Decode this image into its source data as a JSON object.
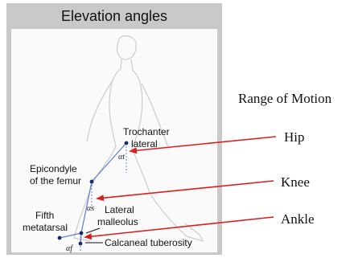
{
  "panel": {
    "title": "Elevation angles",
    "colors": {
      "frame": "#c9c9c9",
      "panel_bg": "#fafafa",
      "silhouette": "#cfcfcf",
      "segment": "#5b7fd6",
      "point": "#1c2a6b",
      "arrow": "#d82020"
    }
  },
  "landmarks": {
    "trochanter": [
      "Trochanter",
      "lateral"
    ],
    "epicondyle": [
      "Epicondyle",
      "of the femur"
    ],
    "malleolus": [
      "Lateral",
      "malleolus"
    ],
    "metatarsal": [
      "Fifth",
      "metatarsal"
    ],
    "calcaneal": "Calcaneal tuberosity"
  },
  "angles": {
    "thigh": "αt",
    "shank": "αs",
    "foot": "αf"
  },
  "annotations": {
    "heading": "Range of Motion",
    "hip": "Hip",
    "knee": "Knee",
    "ankle": "Ankle"
  }
}
